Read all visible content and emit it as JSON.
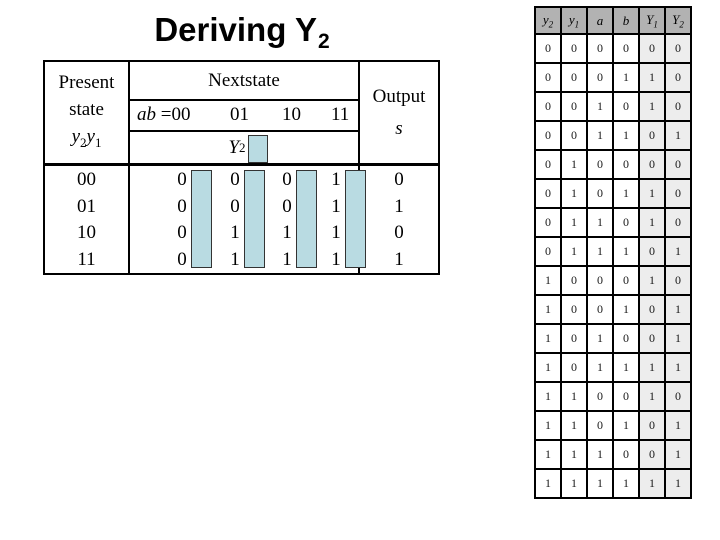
{
  "title": {
    "text": "Deriving Y",
    "subscript": "2"
  },
  "state_table": {
    "present_state_header": [
      "Present",
      "state"
    ],
    "present_state_var": [
      {
        "base": "y",
        "sub": "2"
      },
      {
        "base": "y",
        "sub": "1"
      }
    ],
    "nextstate_header": "Nextstate",
    "ab_var": "ab",
    "ab_equals": " =",
    "ab_columns": [
      "00",
      "01",
      "10",
      "11"
    ],
    "derived_var": {
      "base": "Y",
      "sub": "2"
    },
    "output_header": "Output",
    "output_var": "s",
    "rows": [
      {
        "present": "00",
        "next": [
          "0",
          "0",
          "0",
          "1"
        ],
        "output": "0"
      },
      {
        "present": "01",
        "next": [
          "0",
          "0",
          "0",
          "1"
        ],
        "output": "1"
      },
      {
        "present": "10",
        "next": [
          "0",
          "1",
          "1",
          "1"
        ],
        "output": "0"
      },
      {
        "present": "11",
        "next": [
          "0",
          "1",
          "1",
          "1"
        ],
        "output": "1"
      }
    ],
    "highlight_color": "#b9dbe2"
  },
  "truth_table": {
    "headers": [
      {
        "base": "y",
        "sub": "2"
      },
      {
        "base": "y",
        "sub": "1"
      },
      {
        "base": "a",
        "sub": ""
      },
      {
        "base": "b",
        "sub": ""
      },
      {
        "base": "Y",
        "sub": "1"
      },
      {
        "base": "Y",
        "sub": "2"
      }
    ],
    "rows": [
      [
        "0",
        "0",
        "0",
        "0",
        "0",
        "0"
      ],
      [
        "0",
        "0",
        "0",
        "1",
        "1",
        "0"
      ],
      [
        "0",
        "0",
        "1",
        "0",
        "1",
        "0"
      ],
      [
        "0",
        "0",
        "1",
        "1",
        "0",
        "1"
      ],
      [
        "0",
        "1",
        "0",
        "0",
        "0",
        "0"
      ],
      [
        "0",
        "1",
        "0",
        "1",
        "1",
        "0"
      ],
      [
        "0",
        "1",
        "1",
        "0",
        "1",
        "0"
      ],
      [
        "0",
        "1",
        "1",
        "1",
        "0",
        "1"
      ],
      [
        "1",
        "0",
        "0",
        "0",
        "1",
        "0"
      ],
      [
        "1",
        "0",
        "0",
        "1",
        "0",
        "1"
      ],
      [
        "1",
        "0",
        "1",
        "0",
        "0",
        "1"
      ],
      [
        "1",
        "0",
        "1",
        "1",
        "1",
        "1"
      ],
      [
        "1",
        "1",
        "0",
        "0",
        "1",
        "0"
      ],
      [
        "1",
        "1",
        "0",
        "1",
        "0",
        "1"
      ],
      [
        "1",
        "1",
        "1",
        "0",
        "0",
        "1"
      ],
      [
        "1",
        "1",
        "1",
        "1",
        "1",
        "1"
      ]
    ],
    "header_bg": "#b2b2b2",
    "result_bg": "#ededed",
    "result_columns": [
      4,
      5
    ]
  }
}
